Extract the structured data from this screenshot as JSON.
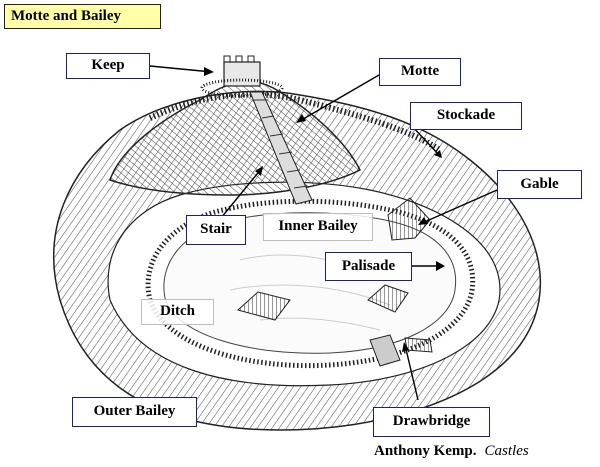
{
  "title": "Motte and Bailey",
  "labels": {
    "keep": "Keep",
    "motte": "Motte",
    "stockade": "Stockade",
    "gable": "Gable",
    "stair": "Stair",
    "inner_bailey": "Inner Bailey",
    "palisade": "Palisade",
    "ditch": "Ditch",
    "outer_bailey": "Outer Bailey",
    "drawbridge": "Drawbridge"
  },
  "credit": {
    "author": "Anthony Kemp.",
    "book": "Castles"
  },
  "colors": {
    "title_fill": "#ffffa8",
    "label_border": "#1b1f7a",
    "ink": "#222222"
  }
}
